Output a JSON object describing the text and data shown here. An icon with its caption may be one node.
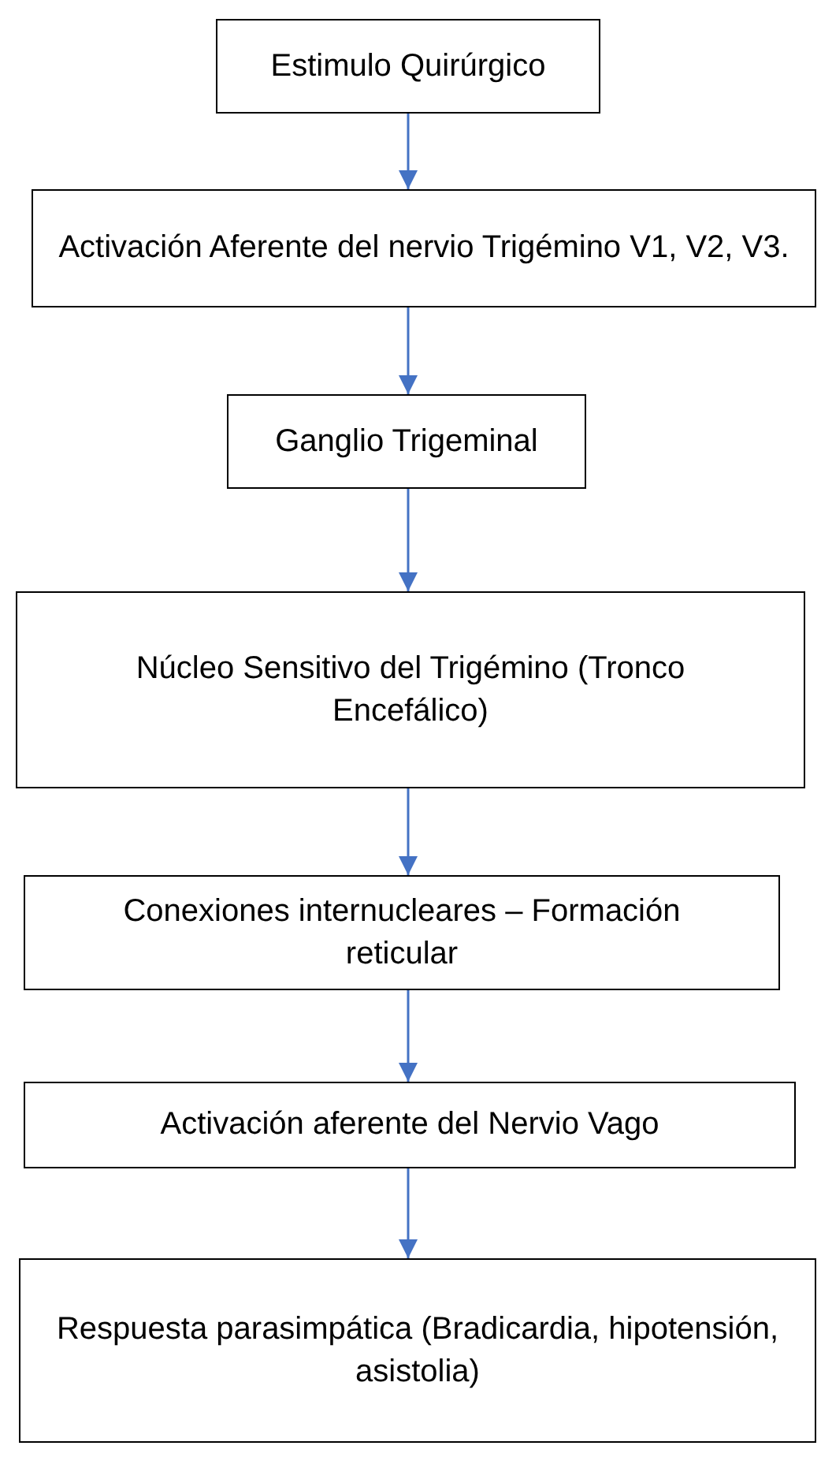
{
  "diagram": {
    "nodes": [
      {
        "text": [
          "Estimulo Quirúrgico"
        ]
      },
      {
        "text": [
          "Activación Aferente del nervio Trigémino V1, V2, V3."
        ]
      },
      {
        "text": [
          "Ganglio Trigeminal"
        ]
      },
      {
        "text": [
          "Núcleo Sensitivo del Trigémino (Tronco Encefálico)"
        ]
      },
      {
        "text": [
          "Conexiones internucleares – Formación reticular"
        ]
      },
      {
        "text": [
          "Activación aferente del Nervio Vago"
        ]
      },
      {
        "text": [
          "Respuesta parasimpática (Bradicardia, hipotensión, asistolia)"
        ]
      }
    ],
    "edges": [
      {
        "from": 0,
        "to": 1,
        "arrow": "to"
      },
      {
        "from": 1,
        "to": 2,
        "arrow": "to"
      },
      {
        "from": 2,
        "to": 3,
        "arrow": "to"
      },
      {
        "from": 3,
        "to": 4,
        "arrow": "to"
      },
      {
        "from": 4,
        "to": 5,
        "arrow": "to"
      },
      {
        "from": 5,
        "to": 6,
        "arrow": "to"
      }
    ]
  }
}
